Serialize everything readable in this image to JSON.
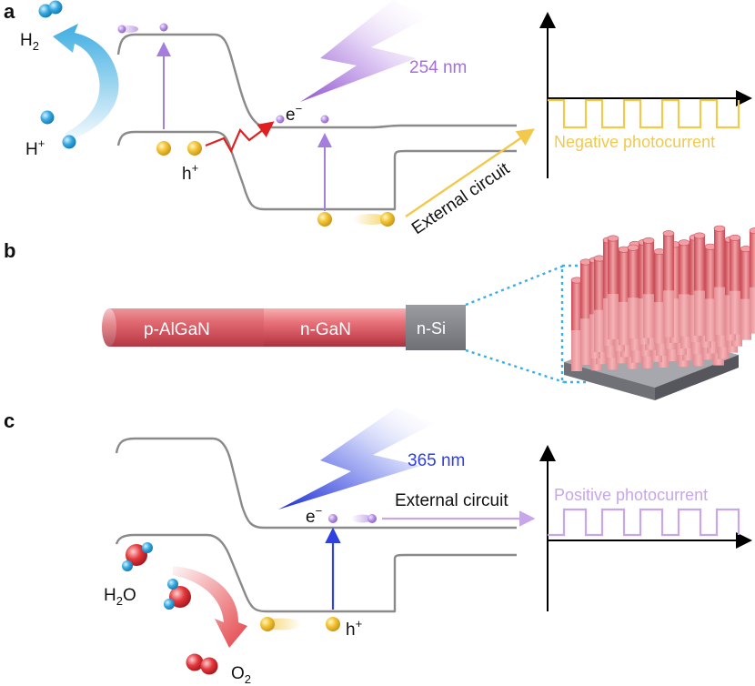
{
  "panels": {
    "a": {
      "letter": "a",
      "h2_main": "H",
      "h2_sub": "2",
      "hplus_main": "H",
      "hplus_sup": "+",
      "hole_main": "h",
      "hole_sup": "+",
      "electron_main": "e",
      "electron_sup": "−",
      "wavelength": "254 nm",
      "circuit": "External circuit",
      "photocurrent": "Negative photocurrent"
    },
    "b": {
      "letter": "b",
      "seg1": "p-AlGaN",
      "seg2": "n-GaN",
      "substrate": "n-Si"
    },
    "c": {
      "letter": "c",
      "wavelength": "365 nm",
      "electron_main": "e",
      "electron_sup": "−",
      "circuit": "External circuit",
      "photocurrent": "Positive photocurrent",
      "water_main": "H",
      "water_sub": "2",
      "water_tail": "O",
      "o2_main": "O",
      "o2_sub": "2",
      "hole_main": "h",
      "hole_sup": "+"
    }
  },
  "colors": {
    "band": "#8a8a8a",
    "electron": "#b48ee0",
    "hole": "#f2c431",
    "neg_photocurrent": "#f2c94c",
    "pos_photocurrent": "#c8a6ea",
    "uv254": "#a56fd8",
    "uv365": "#2f3fe0",
    "hydrogen": "#35a9e0",
    "oxygen": "#e2383d",
    "nanowire": "#e8707a",
    "substrate": "#7d7f85"
  }
}
